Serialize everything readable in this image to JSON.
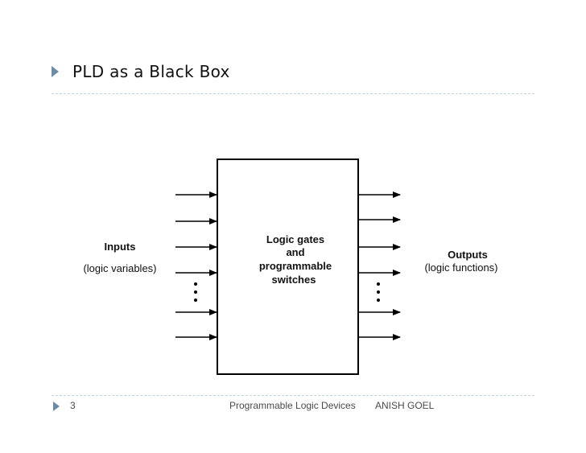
{
  "slide": {
    "title": "PLD as a Black Box"
  },
  "diagram": {
    "box_lines": [
      "Logic gates",
      "and",
      "programmable",
      "switches"
    ],
    "inputs_label": "Inputs",
    "inputs_sublabel": "(logic variables)",
    "outputs_label": "Outputs",
    "outputs_sublabel": "(logic functions)"
  },
  "footer": {
    "page_number": "3",
    "course": "Programmable Logic Devices",
    "author": "ANISH GOEL"
  },
  "colors": {
    "accent": "#6f8aa3",
    "divider": "#c7cfd6"
  },
  "icons": {
    "title_bullet": "triangle-bullet-icon",
    "footer_bullet": "triangle-bullet-icon"
  }
}
